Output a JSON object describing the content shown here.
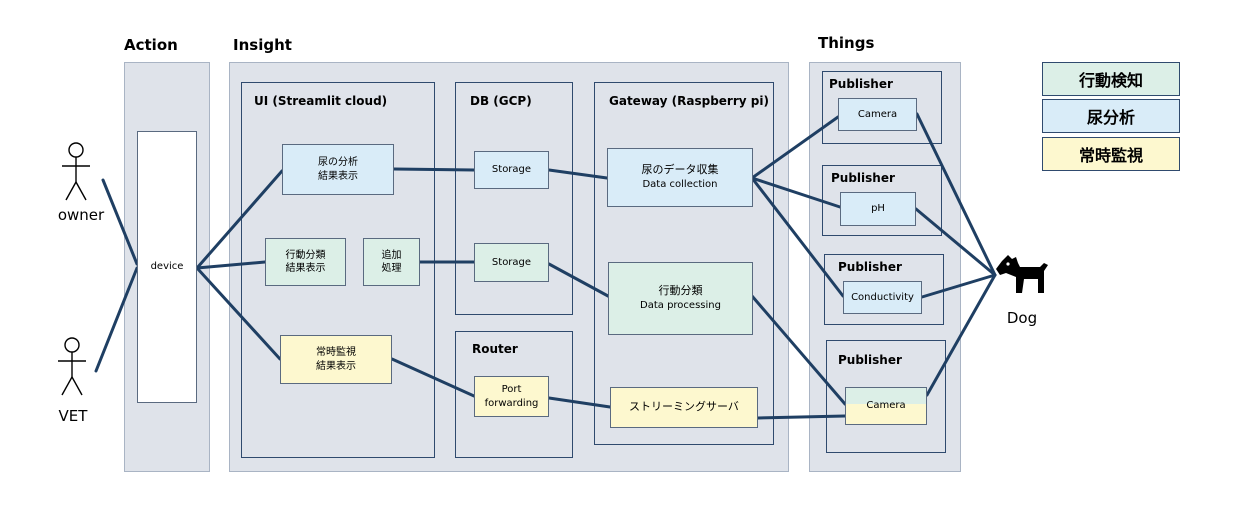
{
  "sections": {
    "action": "Action",
    "insight": "Insight",
    "things": "Things"
  },
  "actors": {
    "owner": "owner",
    "vet": "VET",
    "dog": "Dog"
  },
  "action": {
    "device": "device"
  },
  "insight": {
    "ui": {
      "title": "UI (Streamlit cloud)",
      "urine_result": "尿の分析\n結果表示",
      "behavior_result": "行動分類\n結果表示",
      "extra_process": "追加\n処理",
      "constant_result": "常時監視\n結果表示"
    },
    "db": {
      "title": "DB (GCP)",
      "storage_1": "Storage",
      "storage_2": "Storage"
    },
    "router": {
      "title": "Router",
      "port_forwarding": "Port\nforwarding"
    },
    "gateway": {
      "title": "Gateway (Raspberry pi)",
      "data_collection_jp": "尿のデータ収集",
      "data_collection_en": "Data collection",
      "data_processing_jp": "行動分類",
      "data_processing_en": "Data processing",
      "streaming_server": "ストリーミングサーバ"
    }
  },
  "things": {
    "publishers": [
      {
        "title": "Publisher",
        "sensor": "Camera"
      },
      {
        "title": "Publisher",
        "sensor": "pH"
      },
      {
        "title": "Publisher",
        "sensor": "Conductivity"
      },
      {
        "title": "Publisher",
        "sensor": "Camera"
      }
    ]
  },
  "legend": [
    {
      "label": "行動検知",
      "color": "#dcefe7"
    },
    {
      "label": "尿分析",
      "color": "#d9ecf8"
    },
    {
      "label": "常時監視",
      "color": "#fdf8cf"
    }
  ],
  "colors": {
    "connector": "#1f3f63",
    "panel": "#dfe3ea"
  }
}
